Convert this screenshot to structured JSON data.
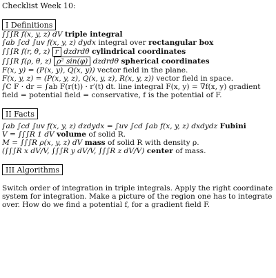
{
  "title": "Checklist Week 10:",
  "sections": {
    "definitions": {
      "heading": "I Definitions",
      "lines": [
        {
          "math": "∫∫∫R f(x, y, z) dV",
          "bold": "triple integral"
        },
        {
          "math": "∫ab ∫cd ∫uv f(x, y, z) dydx",
          "text": "integral over",
          "bold": "rectangular box"
        },
        {
          "math": "∫∫∫R f(r, θ, z)",
          "boxed": "r",
          "math2": "dzdrdθ",
          "bold": "cylindrical coordinates"
        },
        {
          "math": "∫∫∫R f(ρ, θ, z)",
          "boxed": "ρ² sin(φ)",
          "math2": "dzdrdθ",
          "bold": "spherical coordinates"
        },
        {
          "math": "F(x, y) = (P(x, y), Q(x, y))",
          "text": "vector field in the plane."
        },
        {
          "math": "F(x, y, z) = (P(x, y, z), Q(x, y, z), R(x, y, z))",
          "text": "vector field in space."
        },
        {
          "text": "∫C F · dr = ∫ab F(r(t)) · r′(t) dt. line integral F(x, y) = ∇f(x, y) gradient field = potential field = conservative, f is the potential of F."
        }
      ]
    },
    "facts": {
      "heading": "II Facts",
      "lines": [
        {
          "math": "∫ab ∫cd ∫uv f(x, y, z) dzdydx = ∫uv ∫cd ∫ab f(x, y, z) dxdydz",
          "bold": "Fubini"
        },
        {
          "math": "V = ∫∫∫R 1 dV",
          "bold": "volume",
          "text": "of solid R."
        },
        {
          "math": "M = ∫∫∫R ρ(x, y, z) dV",
          "bold": "mass",
          "text": "of solid R with density ρ."
        },
        {
          "math": "(∫∫∫R x dV/V, ∫∫∫R y dV/V, ∫∫∫R z dV/V)",
          "bold": "center",
          "text": "of mass."
        }
      ]
    },
    "algorithms": {
      "heading": "III Algorithms",
      "text": "Switch order of integration in triple integrals. Apply the right coordinate system for integration. Make a picture of the region one has to integrate over. How do we find a potential f, for a gradient field F."
    }
  }
}
